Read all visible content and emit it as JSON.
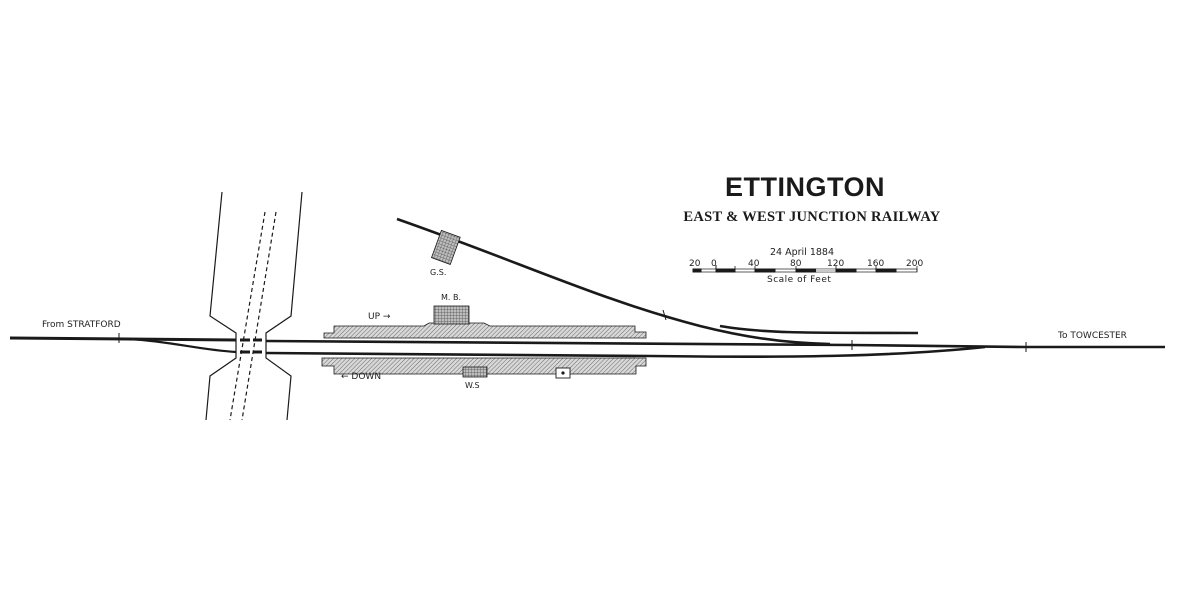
{
  "header": {
    "title": "ETTINGTON",
    "subtitle": "EAST & WEST JUNCTION RAILWAY",
    "date": "24 April 1884"
  },
  "scale": {
    "caption": "Scale of Feet",
    "ticks": [
      "20",
      "0",
      "40",
      "80",
      "120",
      "160",
      "200"
    ]
  },
  "labels": {
    "from": "From STRATFORD",
    "to": "To TOWCESTER",
    "up": "UP →",
    "down": "← DOWN",
    "main_building": "M. B.",
    "goods_shed": "G.S.",
    "waiting_shelter": "W.S"
  },
  "colors": {
    "ink": "#1a1a1a",
    "background": "#ffffff",
    "platform_hatch": "#8a8a8a"
  }
}
